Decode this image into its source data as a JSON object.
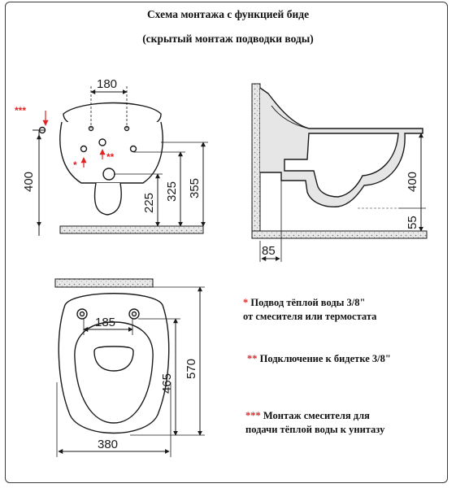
{
  "title": {
    "line1": "Схема монтажа с функцией биде",
    "line2": "(скрытый монтаж подводки воды)"
  },
  "front_view": {
    "dim_top_width": "180",
    "dim_height": "400",
    "dim_225": "225",
    "dim_325": "325",
    "dim_355": "355",
    "marker_single": "*",
    "marker_double": "**",
    "marker_triple": "***"
  },
  "side_view": {
    "dim_height": "400",
    "dim_55": "55",
    "dim_85": "85"
  },
  "top_view": {
    "dim_185": "185",
    "dim_465": "465",
    "dim_570": "570",
    "dim_380": "380"
  },
  "legend": {
    "item1_marker": "*",
    "item1_line1": "Подвод тёплой воды 3/8\"",
    "item1_line2": "от смесителя или термостата",
    "item2_marker": "**",
    "item2_text": "Подключение к бидетке 3/8\"",
    "item3_marker": "***",
    "item3_line1": "Монтаж смесителя для",
    "item3_line2": "подачи тёплой воды к унитазу"
  },
  "colors": {
    "accent_red": "#e02424",
    "line": "#1a1a1a",
    "wall_fill": "#e6e6e6"
  }
}
